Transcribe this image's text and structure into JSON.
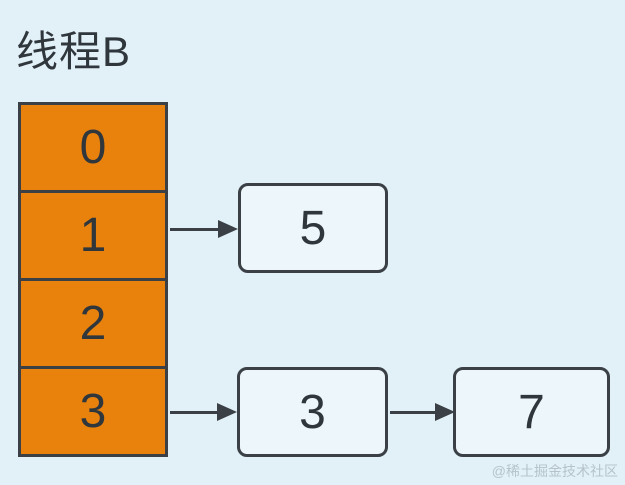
{
  "title": "线程B",
  "array": {
    "cells": [
      "0",
      "1",
      "2",
      "3"
    ]
  },
  "nodes": [
    {
      "value": "5"
    },
    {
      "value": "3"
    },
    {
      "value": "7"
    }
  ],
  "edges": [
    {
      "from": "array-cell-1",
      "to": "node-5"
    },
    {
      "from": "array-cell-3",
      "to": "node-3"
    },
    {
      "from": "node-3",
      "to": "node-7"
    }
  ],
  "watermark": "@稀土掘金技术社区",
  "colors": {
    "background": "#e2f1f8",
    "cell_fill": "#e8820d",
    "stroke": "#3a4045",
    "box_fill": "#edf6fa",
    "text": "#2f363c",
    "watermark_color": "#b5c2ca"
  }
}
